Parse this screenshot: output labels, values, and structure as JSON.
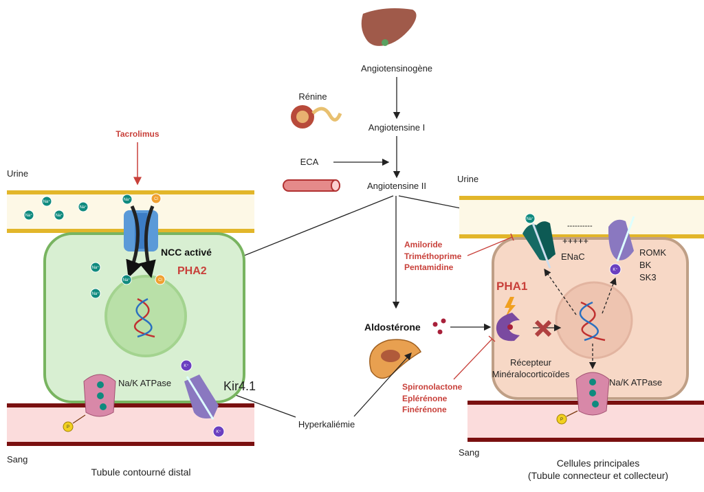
{
  "raas": {
    "angiotensinogen": "Angiotensinogène",
    "angiotensin1": "Angiotensine I",
    "angiotensin2": "Angiotensine II",
    "renin": "Rénine",
    "ace": "ECA",
    "aldosterone": "Aldostérone",
    "hyperkalemia": "Hyperkaliémie"
  },
  "left_cell": {
    "urine": "Urine",
    "blood": "Sang",
    "caption": "Tubule contourné distal",
    "drug": "Tacrolimus",
    "ncc": "NCC activé",
    "disease": "PHA2",
    "pump": "Na/K ATPase",
    "channel": "Kir4.1",
    "ions": {
      "na": "Na⁺",
      "cl": "Cl",
      "k": "K⁺",
      "p": "P"
    }
  },
  "right_cell": {
    "urine": "Urine",
    "blood": "Sang",
    "caption_line1": "Cellules principales",
    "caption_line2": "(Tubule connecteur et collecteur)",
    "disease": "PHA1",
    "enac": "ENaC",
    "plus_charges": "+++++",
    "minus_charges": "----------",
    "k_channels": [
      "ROMK",
      "BK",
      "SK3"
    ],
    "receptor_line1": "Récepteur",
    "receptor_line2": "Minéralocorticoïdes",
    "pump": "Na/K ATPase",
    "enac_blockers": [
      "Amiloride",
      "Triméthoprime",
      "Pentamidine"
    ],
    "mr_antagonists": [
      "Spironolactone",
      "Eplérénone",
      "Finérénone"
    ]
  },
  "colors": {
    "drug_red": "#c8403a",
    "left_cell_fill": "#d8efd2",
    "right_cell_fill": "#f7d8c6",
    "membrane_yellow": "#e2b62a",
    "blood_dark": "#7a1010",
    "na_ion": "#0f8a7e",
    "cl_ion": "#f0a030",
    "k_ion": "#6a3fc0"
  }
}
